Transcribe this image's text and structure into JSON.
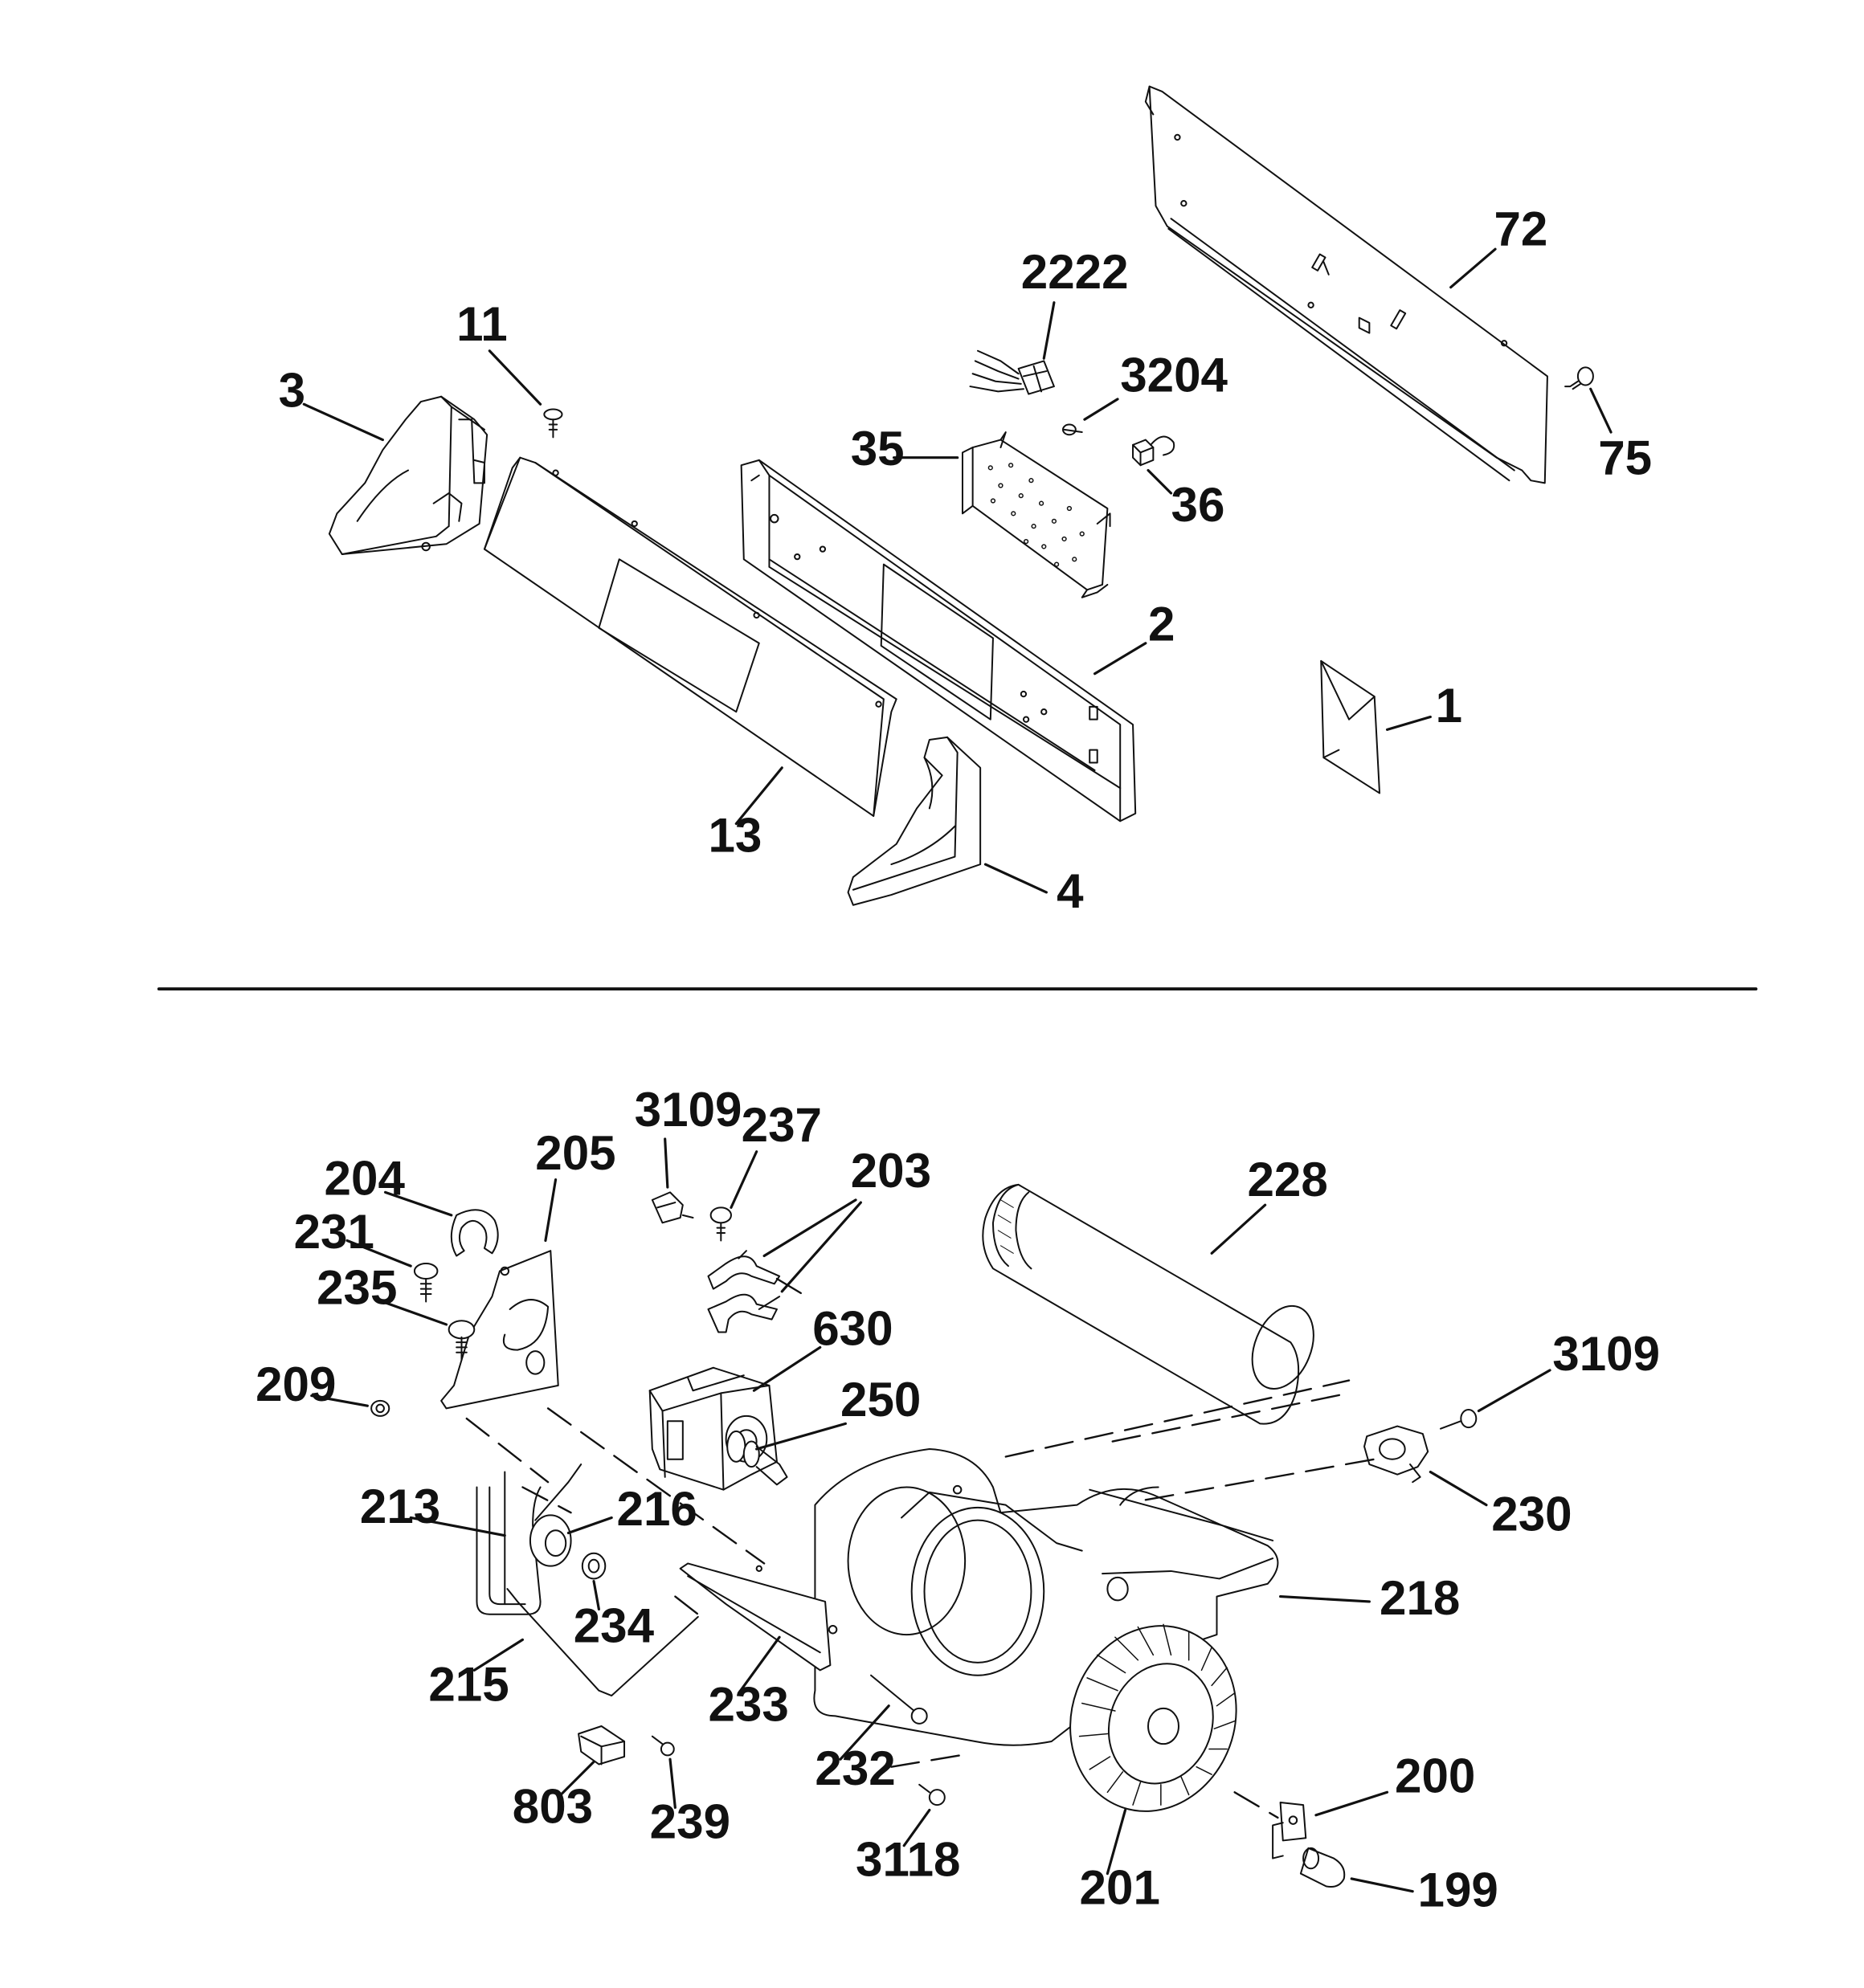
{
  "colors": {
    "ink": "#111111",
    "paper": "#ffffff"
  },
  "labels": {
    "p72": "72",
    "p2222": "2222",
    "p11": "11",
    "p3": "3",
    "p3204": "3204",
    "p35": "35",
    "p75": "75",
    "p36": "36",
    "p2": "2",
    "p1": "1",
    "p13": "13",
    "p4": "4",
    "p3109a": "3109",
    "p237": "237",
    "p203": "203",
    "p228": "228",
    "p205": "205",
    "p204": "204",
    "p231": "231",
    "p235": "235",
    "p630": "630",
    "p3109b": "3109",
    "p209": "209",
    "p250": "250",
    "p230": "230",
    "p213": "213",
    "p216": "216",
    "p218": "218",
    "p234": "234",
    "p215": "215",
    "p233": "233",
    "p232": "232",
    "p200": "200",
    "p803": "803",
    "p239": "239",
    "p3118": "3118",
    "p201": "201",
    "p199": "199"
  }
}
